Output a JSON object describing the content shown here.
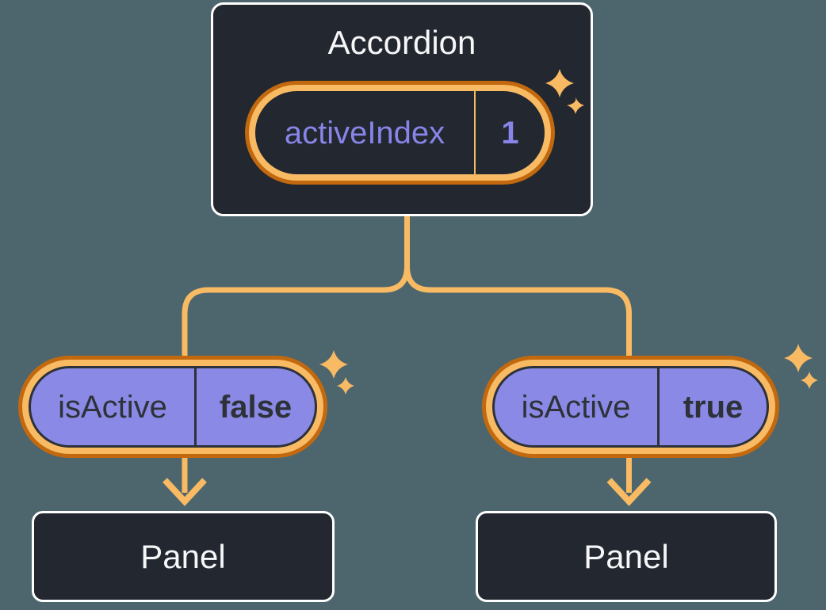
{
  "diagram": {
    "root": {
      "title": "Accordion",
      "state": {
        "name": "activeIndex",
        "value": "1"
      },
      "highlighted": true
    },
    "children": [
      {
        "state": {
          "name": "isActive",
          "value": "false"
        },
        "panel_label": "Panel",
        "highlighted": true
      },
      {
        "state": {
          "name": "isActive",
          "value": "true"
        },
        "panel_label": "Panel",
        "highlighted": true
      }
    ],
    "icons": [
      "sparkle-icon",
      "arrow-down-icon"
    ],
    "colors": {
      "background": "#4D666D",
      "card_bg": "#23272F",
      "card_border": "#FFFFFF",
      "accent_light": "#F8BA63",
      "accent_dark": "#C2690F",
      "purple_fill": "#8A8AE6",
      "purple_border": "#2D3139",
      "purple_text": "#8785E8",
      "dark_text": "#2E3238",
      "light_text": "#F6F7F9"
    }
  }
}
